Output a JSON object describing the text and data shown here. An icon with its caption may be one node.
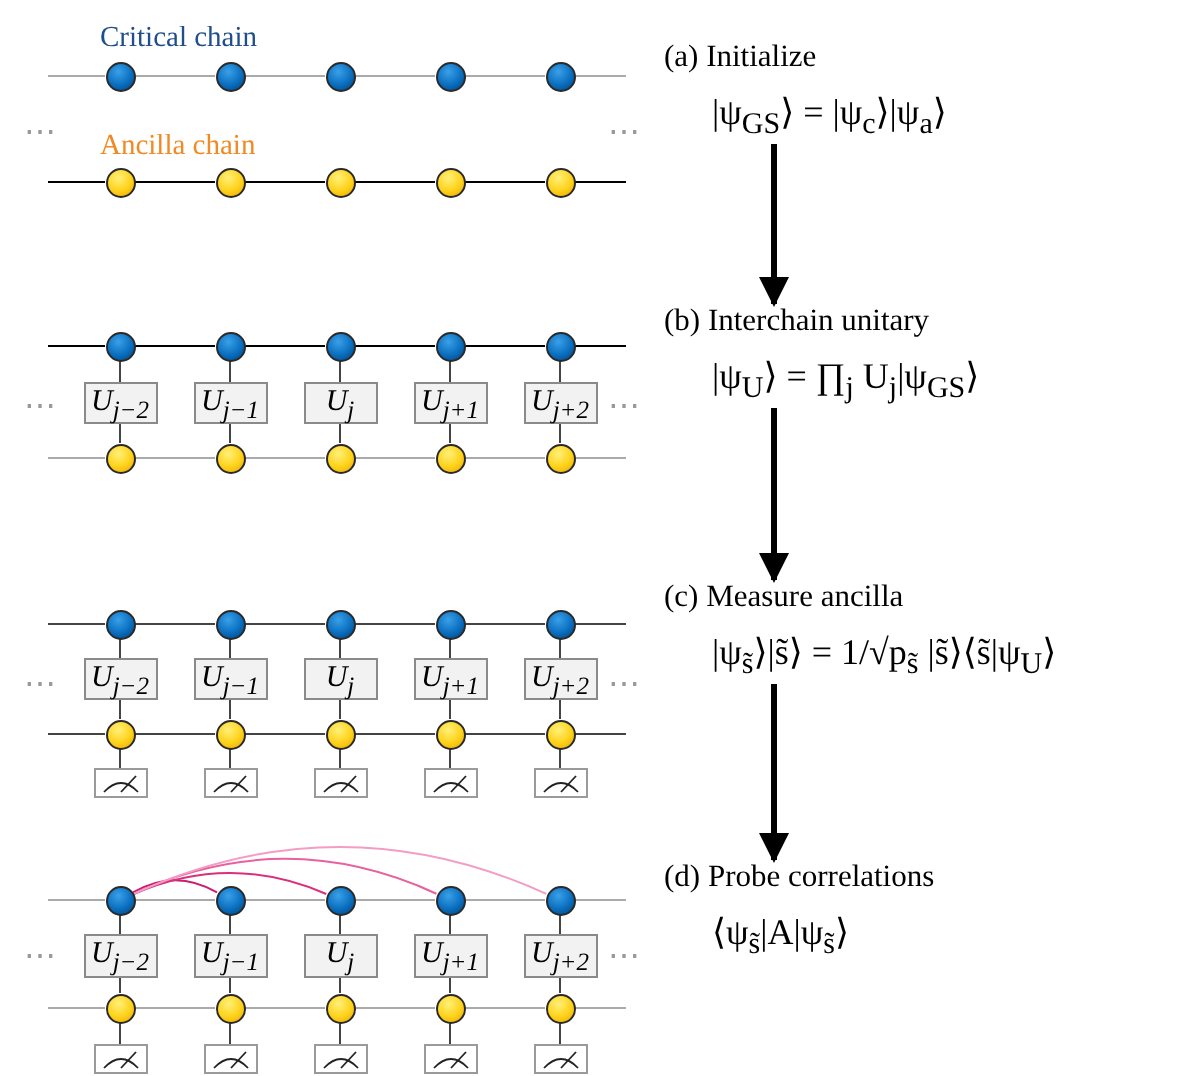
{
  "diagram": {
    "nodes": [
      {
        "text": [],
        "shape": "circle"
      },
      {
        "text": [],
        "shape": "circle"
      },
      {
        "text": [],
        "shape": "circle"
      },
      {
        "text": [],
        "shape": "circle"
      },
      {
        "text": [],
        "shape": "circle"
      },
      {
        "text": [],
        "shape": "circle"
      },
      {
        "text": [],
        "shape": "circle"
      },
      {
        "text": [],
        "shape": "circle"
      },
      {
        "text": [],
        "shape": "circle"
      },
      {
        "text": [],
        "shape": "circle"
      },
      {
        "text": [
          "(a) Initialize",
          "|ψ$_{GS}$⟩ = |ψ$_{c}$⟩|ψ$_{a}$⟩"
        ]
      },
      {
        "text": [],
        "shape": "circle"
      },
      {
        "text": [],
        "shape": "circle"
      },
      {
        "text": [],
        "shape": "circle"
      },
      {
        "text": [],
        "shape": "circle"
      },
      {
        "text": [],
        "shape": "circle"
      },
      {
        "text": [
          "U$_{j−2}$"
        ]
      },
      {
        "text": [
          "U$_{j−1}$"
        ]
      },
      {
        "text": [
          "U$_{j}$"
        ]
      },
      {
        "text": [
          "U$_{j+1}$"
        ]
      },
      {
        "text": [
          "U$_{j+2}$"
        ]
      },
      {
        "text": [],
        "shape": "circle"
      },
      {
        "text": [],
        "shape": "circle"
      },
      {
        "text": [],
        "shape": "circle"
      },
      {
        "text": [],
        "shape": "circle"
      },
      {
        "text": [],
        "shape": "circle"
      },
      {
        "text": [
          "(b) Interchain unitary",
          "|ψ$_{U}$⟩ = ∏$_{j}$ U$_{j}$|ψ$_{GS}$⟩"
        ]
      },
      {
        "text": [],
        "shape": "circle"
      },
      {
        "text": [],
        "shape": "circle"
      },
      {
        "text": [],
        "shape": "circle"
      },
      {
        "text": [],
        "shape": "circle"
      },
      {
        "text": [],
        "shape": "circle"
      },
      {
        "text": [
          "U$_{j−2}$"
        ]
      },
      {
        "text": [
          "U$_{j−1}$"
        ]
      },
      {
        "text": [
          "U$_{j}$"
        ]
      },
      {
        "text": [
          "U$_{j+1}$"
        ]
      },
      {
        "text": [
          "U$_{j+2}$"
        ]
      },
      {
        "text": [],
        "shape": "circle"
      },
      {
        "text": [],
        "shape": "circle"
      },
      {
        "text": [],
        "shape": "circle"
      },
      {
        "text": [],
        "shape": "circle"
      },
      {
        "text": [],
        "shape": "circle"
      },
      {
        "text": [],
        "shape": "meter"
      },
      {
        "text": [],
        "shape": "meter"
      },
      {
        "text": [],
        "shape": "meter"
      },
      {
        "text": [],
        "shape": "meter"
      },
      {
        "text": [],
        "shape": "meter"
      },
      {
        "text": [
          "(c) Measure ancilla",
          "|ψ$_{s̃}$⟩|s̃⟩ = 1/√p$_{s̃}$ |s̃⟩⟨s̃|ψ$_{U}$⟩"
        ]
      },
      {
        "text": [],
        "shape": "circle"
      },
      {
        "text": [],
        "shape": "circle"
      },
      {
        "text": [],
        "shape": "circle"
      },
      {
        "text": [],
        "shape": "circle"
      },
      {
        "text": [],
        "shape": "circle"
      },
      {
        "text": [
          "U$_{j−2}$"
        ]
      },
      {
        "text": [
          "U$_{j−1}$"
        ]
      },
      {
        "text": [
          "U$_{j}$"
        ]
      },
      {
        "text": [
          "U$_{j+1}$"
        ]
      },
      {
        "text": [
          "U$_{j+2}$"
        ]
      },
      {
        "text": [],
        "shape": "circle"
      },
      {
        "text": [],
        "shape": "circle"
      },
      {
        "text": [],
        "shape": "circle"
      },
      {
        "text": [],
        "shape": "circle"
      },
      {
        "text": [],
        "shape": "circle"
      },
      {
        "text": [],
        "shape": "meter"
      },
      {
        "text": [],
        "shape": "meter"
      },
      {
        "text": [],
        "shape": "meter"
      },
      {
        "text": [],
        "shape": "meter"
      },
      {
        "text": [],
        "shape": "meter"
      },
      {
        "text": [
          "(d) Probe correlations",
          "⟨ψ$_{s̃}$|A|ψ$_{s̃}$⟩"
        ]
      }
    ],
    "edges": [
      {
        "from": 0,
        "to": 1,
        "arrow": "none",
        "color": "#aaaaaa"
      },
      {
        "from": 1,
        "to": 2,
        "arrow": "none",
        "color": "#aaaaaa"
      },
      {
        "from": 2,
        "to": 3,
        "arrow": "none",
        "color": "#aaaaaa"
      },
      {
        "from": 3,
        "to": 4,
        "arrow": "none",
        "color": "#aaaaaa"
      },
      {
        "from": 5,
        "to": 6,
        "arrow": "none",
        "color": "#000000"
      },
      {
        "from": 6,
        "to": 7,
        "arrow": "none",
        "color": "#000000"
      },
      {
        "from": 7,
        "to": 8,
        "arrow": "none",
        "color": "#000000"
      },
      {
        "from": 8,
        "to": 9,
        "arrow": "none",
        "color": "#000000"
      },
      {
        "from": 10,
        "to": 26,
        "arrow": "to",
        "style": "thick",
        "color": "#000000"
      },
      {
        "from": 11,
        "to": 12,
        "arrow": "none",
        "color": "#000000"
      },
      {
        "from": 12,
        "to": 13,
        "arrow": "none",
        "color": "#000000"
      },
      {
        "from": 13,
        "to": 14,
        "arrow": "none",
        "color": "#000000"
      },
      {
        "from": 14,
        "to": 15,
        "arrow": "none",
        "color": "#000000"
      },
      {
        "from": 21,
        "to": 22,
        "arrow": "none",
        "color": "#aaaaaa"
      },
      {
        "from": 22,
        "to": 23,
        "arrow": "none",
        "color": "#aaaaaa"
      },
      {
        "from": 23,
        "to": 24,
        "arrow": "none",
        "color": "#aaaaaa"
      },
      {
        "from": 24,
        "to": 25,
        "arrow": "none",
        "color": "#aaaaaa"
      },
      {
        "from": 11,
        "to": 16,
        "arrow": "none"
      },
      {
        "from": 16,
        "to": 21,
        "arrow": "none"
      },
      {
        "from": 12,
        "to": 17,
        "arrow": "none"
      },
      {
        "from": 17,
        "to": 22,
        "arrow": "none"
      },
      {
        "from": 13,
        "to": 18,
        "arrow": "none"
      },
      {
        "from": 18,
        "to": 23,
        "arrow": "none"
      },
      {
        "from": 14,
        "to": 19,
        "arrow": "none"
      },
      {
        "from": 19,
        "to": 24,
        "arrow": "none"
      },
      {
        "from": 15,
        "to": 20,
        "arrow": "none"
      },
      {
        "from": 20,
        "to": 25,
        "arrow": "none"
      },
      {
        "from": 26,
        "to": 47,
        "arrow": "to",
        "style": "thick",
        "color": "#000000"
      },
      {
        "from": 27,
        "to": 28,
        "arrow": "none"
      },
      {
        "from": 28,
        "to": 29,
        "arrow": "none"
      },
      {
        "from": 29,
        "to": 30,
        "arrow": "none"
      },
      {
        "from": 30,
        "to": 31,
        "arrow": "none"
      },
      {
        "from": 37,
        "to": 38,
        "arrow": "none"
      },
      {
        "from": 38,
        "to": 39,
        "arrow": "none"
      },
      {
        "from": 39,
        "to": 40,
        "arrow": "none"
      },
      {
        "from": 40,
        "to": 41,
        "arrow": "none"
      },
      {
        "from": 27,
        "to": 32,
        "arrow": "none"
      },
      {
        "from": 32,
        "to": 37,
        "arrow": "none"
      },
      {
        "from": 37,
        "to": 42,
        "arrow": "none"
      },
      {
        "from": 28,
        "to": 33,
        "arrow": "none"
      },
      {
        "from": 33,
        "to": 38,
        "arrow": "none"
      },
      {
        "from": 38,
        "to": 43,
        "arrow": "none"
      },
      {
        "from": 29,
        "to": 34,
        "arrow": "none"
      },
      {
        "from": 34,
        "to": 39,
        "arrow": "none"
      },
      {
        "from": 39,
        "to": 44,
        "arrow": "none"
      },
      {
        "from": 30,
        "to": 35,
        "arrow": "none"
      },
      {
        "from": 35,
        "to": 40,
        "arrow": "none"
      },
      {
        "from": 40,
        "to": 45,
        "arrow": "none"
      },
      {
        "from": 31,
        "to": 36,
        "arrow": "none"
      },
      {
        "from": 36,
        "to": 41,
        "arrow": "none"
      },
      {
        "from": 41,
        "to": 46,
        "arrow": "none"
      },
      {
        "from": 47,
        "to": 68,
        "arrow": "to",
        "style": "thick",
        "color": "#000000"
      },
      {
        "from": 48,
        "to": 49,
        "arrow": "none",
        "color": "#aaaaaa"
      },
      {
        "from": 49,
        "to": 50,
        "arrow": "none",
        "color": "#aaaaaa"
      },
      {
        "from": 50,
        "to": 51,
        "arrow": "none",
        "color": "#aaaaaa"
      },
      {
        "from": 51,
        "to": 52,
        "arrow": "none",
        "color": "#aaaaaa"
      },
      {
        "from": 58,
        "to": 59,
        "arrow": "none",
        "color": "#aaaaaa"
      },
      {
        "from": 59,
        "to": 60,
        "arrow": "none",
        "color": "#aaaaaa"
      },
      {
        "from": 60,
        "to": 61,
        "arrow": "none",
        "color": "#aaaaaa"
      },
      {
        "from": 61,
        "to": 62,
        "arrow": "none",
        "color": "#aaaaaa"
      },
      {
        "from": 48,
        "to": 53,
        "arrow": "none"
      },
      {
        "from": 53,
        "to": 58,
        "arrow": "none"
      },
      {
        "from": 58,
        "to": 63,
        "arrow": "none"
      },
      {
        "from": 49,
        "to": 54,
        "arrow": "none"
      },
      {
        "from": 54,
        "to": 59,
        "arrow": "none"
      },
      {
        "from": 59,
        "to": 64,
        "arrow": "none"
      },
      {
        "from": 50,
        "to": 55,
        "arrow": "none"
      },
      {
        "from": 55,
        "to": 60,
        "arrow": "none"
      },
      {
        "from": 60,
        "to": 65,
        "arrow": "none"
      },
      {
        "from": 51,
        "to": 56,
        "arrow": "none"
      },
      {
        "from": 56,
        "to": 61,
        "arrow": "none"
      },
      {
        "from": 61,
        "to": 66,
        "arrow": "none"
      },
      {
        "from": 52,
        "to": 57,
        "arrow": "none"
      },
      {
        "from": 57,
        "to": 62,
        "arrow": "none"
      },
      {
        "from": 62,
        "to": 67,
        "arrow": "none"
      },
      {
        "from": 48,
        "to": 49,
        "arrow": "none",
        "color": "#c8206e"
      },
      {
        "from": 48,
        "to": 50,
        "arrow": "none",
        "color": "#d8307e"
      },
      {
        "from": 48,
        "to": 51,
        "arrow": "none",
        "color": "#e8609e"
      },
      {
        "from": 48,
        "to": 52,
        "arrow": "none",
        "color": "#f39cc4"
      }
    ],
    "labels": [
      "Critical chain",
      "⋯",
      "⋯",
      "Ancilla chain",
      "⋯",
      "⋯",
      "⋯",
      "⋯",
      "⋯",
      "⋯"
    ]
  }
}
